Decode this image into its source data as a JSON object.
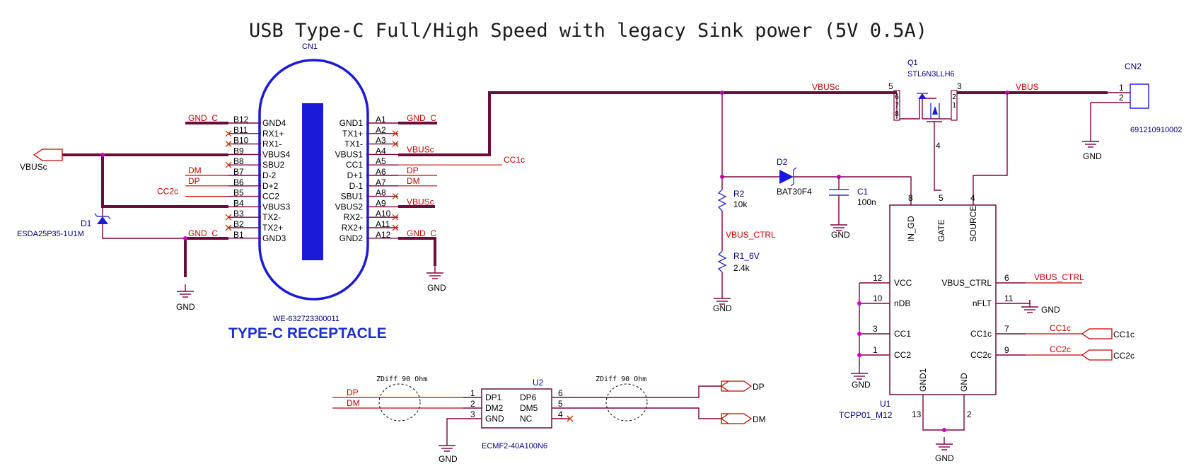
{
  "title": "USB Type-C Full/High Speed with legacy Sink power (5V 0.5A)",
  "cn1": {
    "ref": "CN1",
    "part": "WE-632723300011",
    "caption": "TYPE-C RECEPTACLE",
    "left_pins": [
      {
        "num": "B12",
        "name": "GND4",
        "net": "GND_C"
      },
      {
        "num": "B11",
        "name": "RX1+",
        "net": ""
      },
      {
        "num": "B10",
        "name": "RX1-",
        "net": ""
      },
      {
        "num": "B9",
        "name": "VBUS4",
        "net": ""
      },
      {
        "num": "B8",
        "name": "SBU2",
        "net": ""
      },
      {
        "num": "B7",
        "name": "D-2",
        "net": "DM"
      },
      {
        "num": "B6",
        "name": "D+2",
        "net": "DP"
      },
      {
        "num": "B5",
        "name": "CC2",
        "net": "CC2c"
      },
      {
        "num": "B4",
        "name": "VBUS3",
        "net": ""
      },
      {
        "num": "B3",
        "name": "TX2-",
        "net": ""
      },
      {
        "num": "B2",
        "name": "TX2+",
        "net": ""
      },
      {
        "num": "B1",
        "name": "GND3",
        "net": "GND_C"
      }
    ],
    "right_pins": [
      {
        "num": "A1",
        "name": "GND1",
        "net": "GND_C"
      },
      {
        "num": "A2",
        "name": "TX1+",
        "net": ""
      },
      {
        "num": "A3",
        "name": "TX1-",
        "net": ""
      },
      {
        "num": "A4",
        "name": "VBUS1",
        "net": "VBUSc"
      },
      {
        "num": "A5",
        "name": "CC1",
        "net": "CC1c"
      },
      {
        "num": "A6",
        "name": "D+1",
        "net": "DP"
      },
      {
        "num": "A7",
        "name": "D-1",
        "net": "DM"
      },
      {
        "num": "A8",
        "name": "SBU1",
        "net": ""
      },
      {
        "num": "A9",
        "name": "VBUS2",
        "net": "VBUSc"
      },
      {
        "num": "A10",
        "name": "RX2-",
        "net": ""
      },
      {
        "num": "A11",
        "name": "RX2+",
        "net": ""
      },
      {
        "num": "A12",
        "name": "GND2",
        "net": "GND_C"
      }
    ]
  },
  "port_vbusc": "VBUSc",
  "d1": {
    "ref": "D1",
    "part": "ESDA25P35-1U1M"
  },
  "gnd": "GND",
  "net_vbusc": "VBUSc",
  "net_vbus": "VBUS",
  "q1": {
    "ref": "Q1",
    "part": "STL6N3LLH6",
    "pins": [
      "5",
      "6",
      "7",
      "8",
      "4",
      "3",
      "2",
      "1"
    ]
  },
  "cn2": {
    "ref": "CN2",
    "part": "691210910002",
    "pins": [
      "1",
      "2"
    ]
  },
  "r2": {
    "ref": "R2",
    "value": "10k"
  },
  "r1": {
    "ref": "R1_6V",
    "value": "2.4k"
  },
  "d2": {
    "ref": "D2",
    "part": "BAT30F4"
  },
  "c1": {
    "ref": "C1",
    "value": "100n"
  },
  "vbus_ctrl": "VBUS_CTRL",
  "u1": {
    "ref": "U1",
    "part": "TCPP01_M12",
    "top_pins": [
      {
        "num": "8",
        "name": "IN_GD"
      },
      {
        "num": "5",
        "name": "GATE"
      },
      {
        "num": "4",
        "name": "SOURCE"
      }
    ],
    "left_pins": [
      {
        "num": "12",
        "name": "VCC"
      },
      {
        "num": "10",
        "name": "nDB"
      },
      {
        "num": "3",
        "name": "CC1"
      },
      {
        "num": "1",
        "name": "CC2"
      }
    ],
    "right_pins": [
      {
        "num": "6",
        "name": "VBUS_CTRL",
        "net": "VBUS_CTRL"
      },
      {
        "num": "11",
        "name": "nFLT",
        "net": ""
      },
      {
        "num": "7",
        "name": "CC1c",
        "net": "CC1c"
      },
      {
        "num": "9",
        "name": "CC2c",
        "net": "CC2c"
      }
    ],
    "bottom_pins": [
      {
        "num": "13",
        "name": "GND1"
      },
      {
        "num": "2",
        "name": "GND"
      }
    ]
  },
  "port_cc1c": "CC1c",
  "port_cc2c": "CC2c",
  "u2": {
    "ref": "U2",
    "part": "ECMF2-40A100N6",
    "left_pins": [
      {
        "num": "1",
        "name": "DP1",
        "net": "DP"
      },
      {
        "num": "2",
        "name": "DM2",
        "net": "DM"
      },
      {
        "num": "3",
        "name": "GND",
        "net": ""
      }
    ],
    "right_pins": [
      {
        "num": "6",
        "name": "DP6"
      },
      {
        "num": "5",
        "name": "DM5"
      },
      {
        "num": "4",
        "name": "NC"
      }
    ]
  },
  "zdiff": "ZDiff 90 Ohm",
  "port_dp": "DP",
  "port_dm": "DM"
}
